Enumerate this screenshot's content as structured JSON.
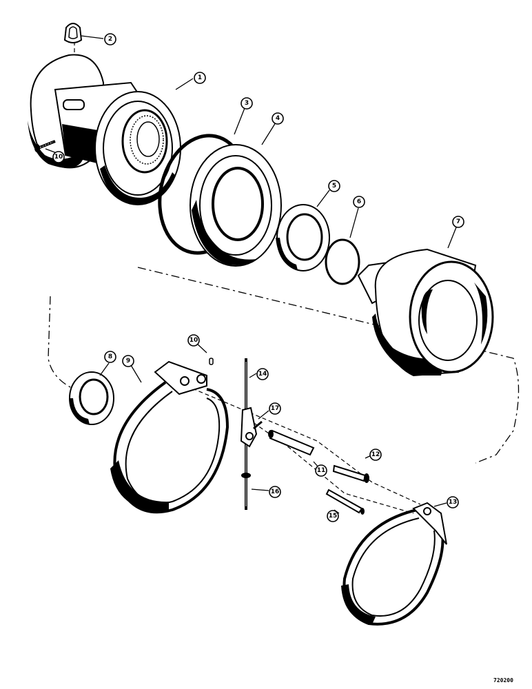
{
  "callouts": [
    {
      "label": "1"
    },
    {
      "label": "2"
    },
    {
      "label": "3"
    },
    {
      "label": "4"
    },
    {
      "label": "5"
    },
    {
      "label": "6"
    },
    {
      "label": "7"
    },
    {
      "label": "8"
    },
    {
      "label": "9"
    },
    {
      "label": "10"
    },
    {
      "label": "10"
    },
    {
      "label": "14"
    },
    {
      "label": "17"
    },
    {
      "label": "11"
    },
    {
      "label": "12"
    },
    {
      "label": "16"
    },
    {
      "label": "15"
    },
    {
      "label": "13"
    }
  ],
  "reference_code": "720200"
}
